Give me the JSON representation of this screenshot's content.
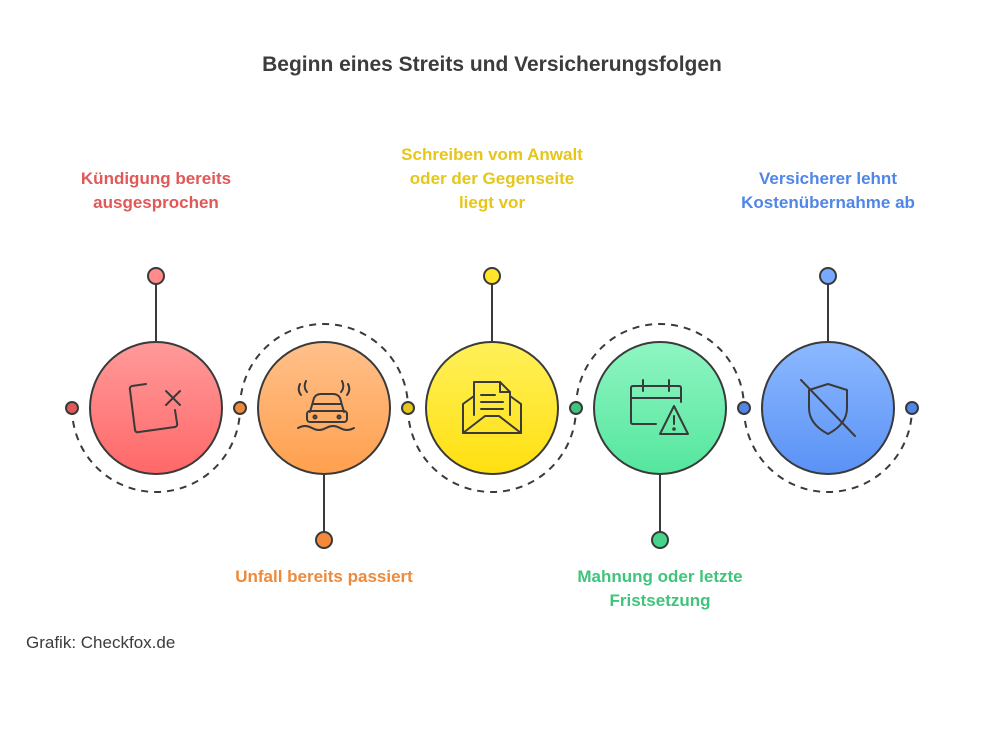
{
  "title": "Beginn eines Streits und Versicherungsfolgen",
  "footer": "Grafik: Checkfox.de",
  "steps": [
    {
      "label": "Kündigung bereits\nausgesprochen",
      "color": "#e05858",
      "icon": "cancelled-document-icon"
    },
    {
      "label": "Unfall bereits passiert",
      "color": "#ee8a3a",
      "icon": "car-accident-icon"
    },
    {
      "label": "Schreiben vom Anwalt\noder der Gegenseite\nliegt vor",
      "color": "#e6c619",
      "icon": "letter-envelope-icon"
    },
    {
      "label": "Mahnung oder letzte\nFristsetzung",
      "color": "#3fc47c",
      "icon": "calendar-warning-icon"
    },
    {
      "label": "Versicherer lehnt\nKostenübernahme ab",
      "color": "#4f86e8",
      "icon": "shield-off-icon"
    }
  ]
}
